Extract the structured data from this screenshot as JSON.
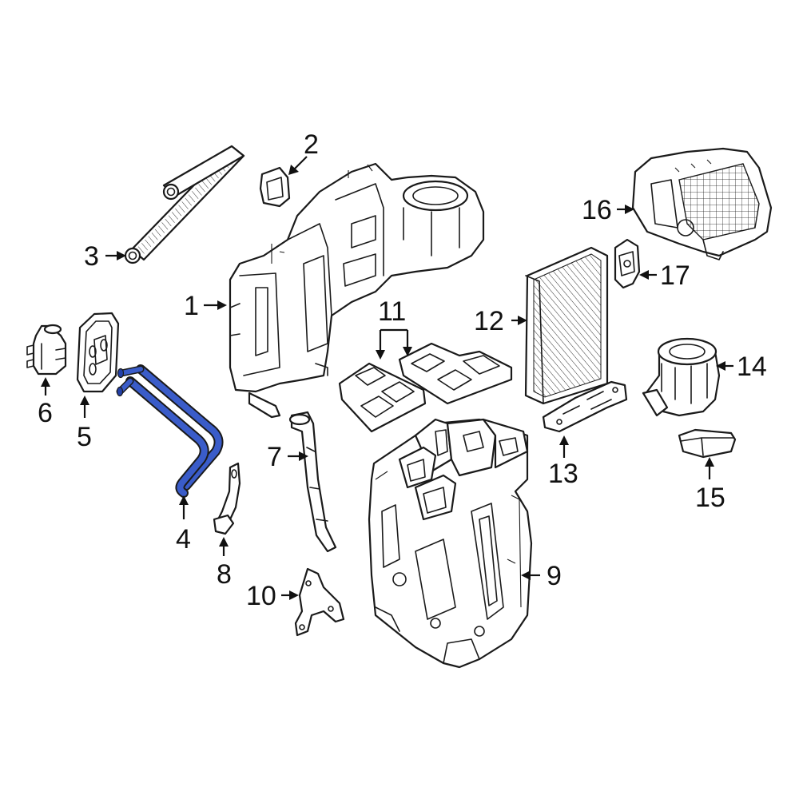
{
  "callouts": {
    "c1": "1",
    "c2": "2",
    "c3": "3",
    "c4": "4",
    "c5": "5",
    "c6": "6",
    "c7": "7",
    "c8": "8",
    "c9": "9",
    "c10": "10",
    "c11": "11",
    "c12": "12",
    "c13": "13",
    "c14": "14",
    "c15": "15",
    "c16": "16",
    "c17": "17"
  },
  "colors": {
    "highlight": "#2340a8",
    "highlight_fill": "#3a5cc9",
    "line": "#1a1a1a"
  },
  "highlighted_part": "4"
}
